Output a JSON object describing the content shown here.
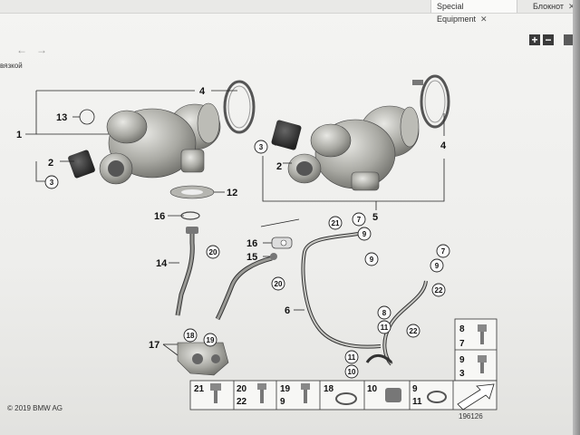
{
  "tabs": [
    {
      "label": "Special Equipment",
      "close": "✕"
    },
    {
      "label": "Блокнот",
      "close": "✕"
    }
  ],
  "nav": {
    "back": "←",
    "forward": "→"
  },
  "breadcrumb": "вязкой",
  "zoom": {
    "in": "+",
    "out": "−"
  },
  "callouts": {
    "c1": "1",
    "c2a": "2",
    "c2b": "2",
    "c3a": "3",
    "c3b": "3",
    "c4a": "4",
    "c4b": "4",
    "c5": "5",
    "c6": "6",
    "c12": "12",
    "c13": "13",
    "c14": "14",
    "c15": "15",
    "c16a": "16",
    "c16b": "16",
    "c17": "17"
  },
  "circles": {
    "r20a": "20",
    "r20b": "20",
    "r18": "18",
    "r19": "19",
    "r21": "21",
    "r7a": "7",
    "r9a": "9",
    "r9b": "9",
    "r7b": "7",
    "r9c": "9",
    "r22a": "22",
    "r8": "8",
    "r11a": "11",
    "r22b": "22",
    "r11b": "11",
    "r10": "10"
  },
  "side_table": [
    {
      "a": "8",
      "b": "7"
    },
    {
      "a": "9",
      "b": "3"
    }
  ],
  "bottom_table": [
    {
      "a": "21",
      "b": ""
    },
    {
      "a": "20",
      "b": "22"
    },
    {
      "a": "19",
      "b": "9"
    },
    {
      "a": "18",
      "b": ""
    },
    {
      "a": "10",
      "b": ""
    },
    {
      "a": "9",
      "b": "11"
    },
    {
      "a": "",
      "b": ""
    }
  ],
  "copyright": "© 2019 BMW AG",
  "image_number": "196126"
}
